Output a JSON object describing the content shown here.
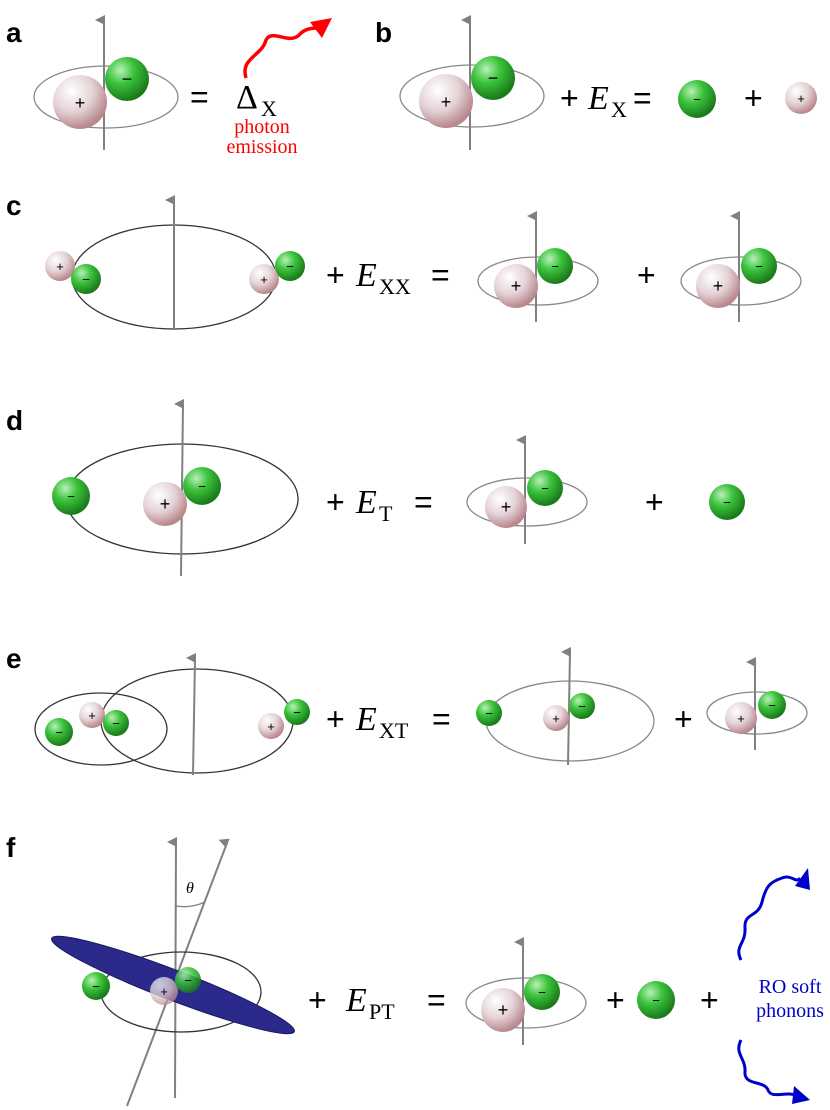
{
  "panels": {
    "a": {
      "label": "a",
      "delta": "Δ",
      "delta_sub": "X",
      "note_line1": "photon",
      "note_line2": "emission"
    },
    "b": {
      "label": "b",
      "energy": "E",
      "energy_sub": "X"
    },
    "c": {
      "label": "c",
      "energy": "E",
      "energy_sub": "XX"
    },
    "d": {
      "label": "d",
      "energy": "E",
      "energy_sub": "T"
    },
    "e": {
      "label": "e",
      "energy": "E",
      "energy_sub": "XT"
    },
    "f": {
      "label": "f",
      "energy": "E",
      "energy_sub": "PT",
      "angle": "θ",
      "note_line1": "RO soft",
      "note_line2": "phonons"
    }
  },
  "symbols": {
    "plus": "+",
    "equals": "=",
    "positive": "+",
    "negative": "−"
  },
  "colors": {
    "hole": "#e8d6d8",
    "electron": "#2aa52a",
    "photon": "#ff0000",
    "phonon": "#0000cc",
    "plane": "#2a2a8a"
  }
}
